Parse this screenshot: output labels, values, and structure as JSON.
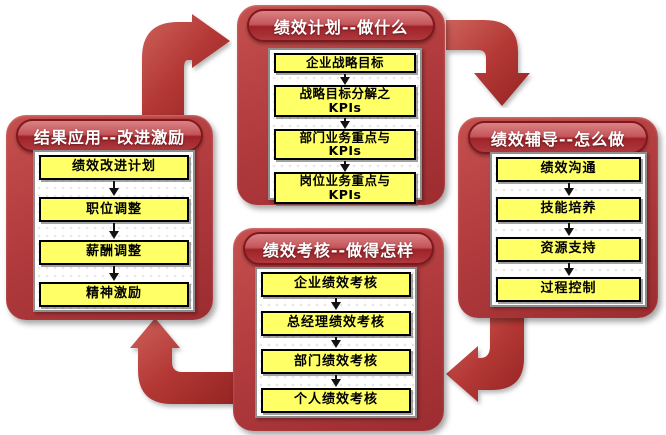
{
  "diagram": {
    "kind": "performance-management-cycle-flow",
    "background": "#FFFFFF"
  },
  "colors": {
    "panel_red": "#B23C3E",
    "panel_red_dark": "#9C2C30",
    "pill_top": "#DA8285",
    "pill_bottom": "#AE393E",
    "pill_border": "#7E181D",
    "arrow_red_light": "#C95B54",
    "arrow_red_dark": "#962523",
    "step_yellow": "#FFFF66",
    "step_text": "#000000",
    "title_text": "#FFFFFF"
  },
  "panels": {
    "plan": {
      "title": "绩效计划--做什么",
      "items": [
        "企业战略目标",
        "战略目标分解之\nKPIs",
        "部门业务重点与\nKPIs",
        "岗位业务重点与\nKPIs"
      ]
    },
    "coach": {
      "title": "绩效辅导--怎么做",
      "items": [
        "绩效沟通",
        "技能培养",
        "资源支持",
        "过程控制"
      ]
    },
    "assess": {
      "title": "绩效考核--做得怎样",
      "items": [
        "企业绩效考核",
        "总经理绩效考核",
        "部门绩效考核",
        "个人绩效考核"
      ]
    },
    "apply": {
      "title": "结果应用--改进激励",
      "items": [
        "绩效改进计划",
        "职位调整",
        "薪酬调整",
        "精神激励"
      ]
    }
  },
  "cycle_arrows": [
    {
      "name": "apply-to-plan",
      "shape": "up-then-right"
    },
    {
      "name": "plan-to-coach",
      "shape": "right-then-down"
    },
    {
      "name": "coach-to-assess",
      "shape": "down-then-left"
    },
    {
      "name": "assess-to-apply",
      "shape": "left-then-up"
    }
  ]
}
